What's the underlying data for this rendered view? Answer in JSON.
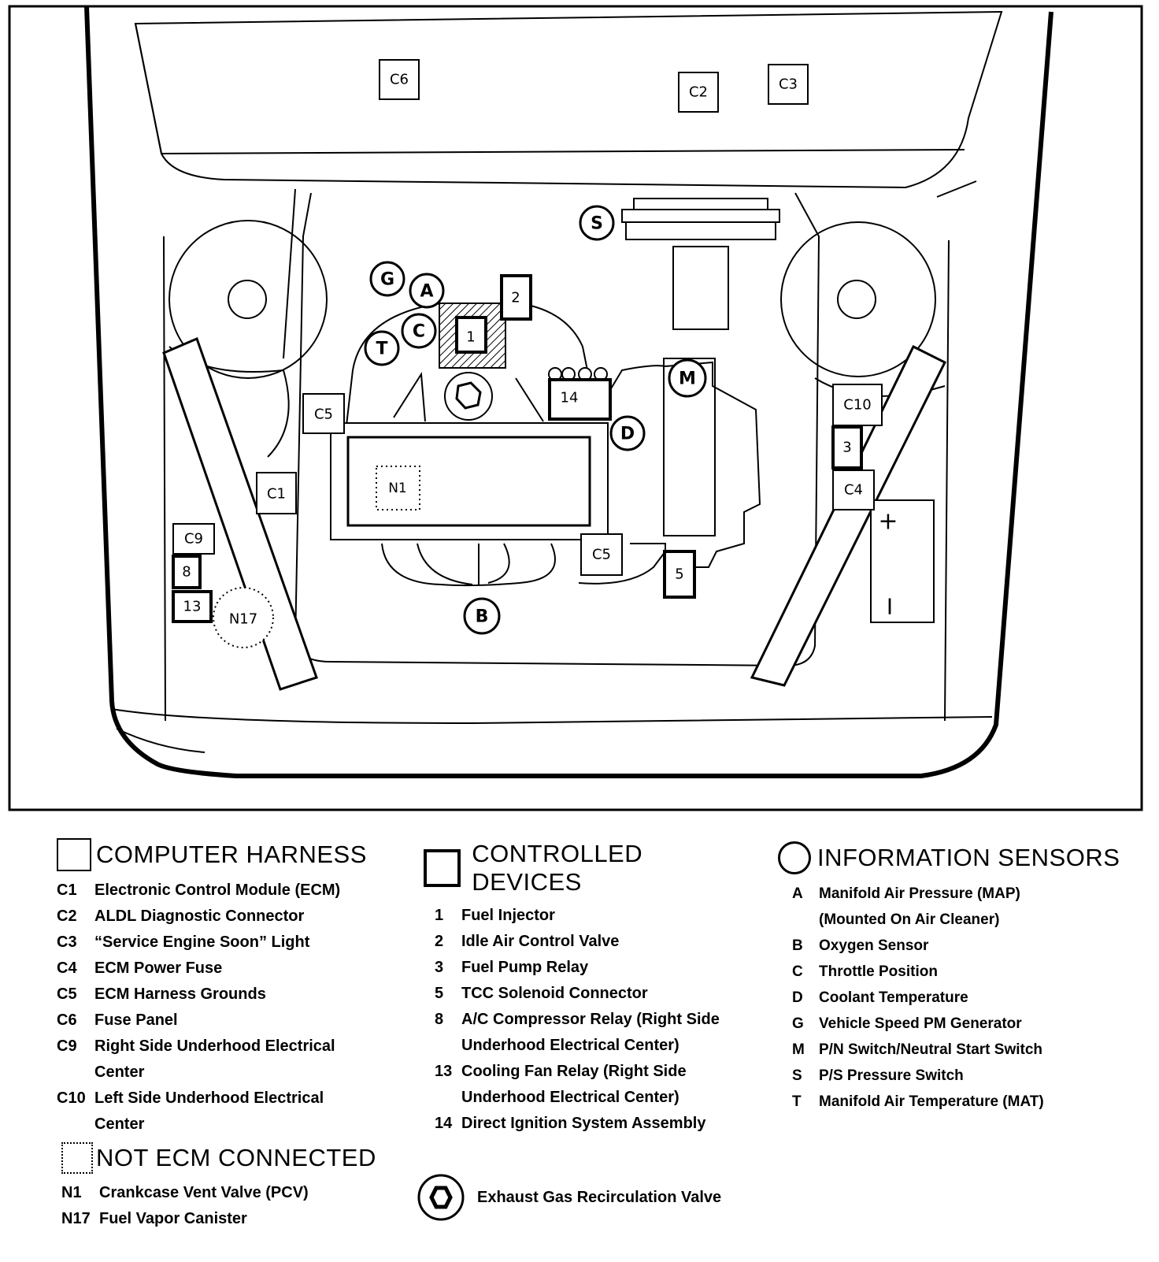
{
  "diagram": {
    "labels": {
      "c6_top": "C6",
      "c2": "C2",
      "c3": "C3",
      "s": "S",
      "g": "G",
      "a": "A",
      "c": "C",
      "t": "T",
      "n1": "N1",
      "n2": "2",
      "n14": "14",
      "m": "M",
      "d": "D",
      "c5_left": "C5",
      "c5_bottom": "C5",
      "c1": "C1",
      "c9": "C9",
      "n8": "8",
      "n13": "13",
      "n17": "N17",
      "b": "B",
      "n5": "5",
      "c10": "C10",
      "n3": "3",
      "c4": "C4",
      "plus": "+",
      "minus": "I",
      "fuel_inj": "1"
    }
  },
  "legend": {
    "computer_harness": {
      "title": "COMPUTER HARNESS",
      "items": [
        {
          "code": "C1",
          "label": "Electronic Control Module (ECM)"
        },
        {
          "code": "C2",
          "label": "ALDL Diagnostic Connector"
        },
        {
          "code": "C3",
          "label": "“Service Engine Soon” Light"
        },
        {
          "code": "C4",
          "label": "ECM Power Fuse"
        },
        {
          "code": "C5",
          "label": "ECM Harness Grounds"
        },
        {
          "code": "C6",
          "label": "Fuse Panel"
        },
        {
          "code": "C9",
          "label": "Right Side Underhood Electrical",
          "cont": "Center"
        },
        {
          "code": "C10",
          "label": "Left Side Underhood Electrical",
          "cont": "Center"
        }
      ]
    },
    "not_ecm": {
      "title": "NOT ECM CONNECTED",
      "items": [
        {
          "code": "N1",
          "label": "Crankcase Vent Valve (PCV)"
        },
        {
          "code": "N17",
          "label": "Fuel Vapor Canister"
        }
      ]
    },
    "controlled_devices": {
      "title": "CONTROLLED DEVICES",
      "items": [
        {
          "code": "1",
          "label": "Fuel Injector"
        },
        {
          "code": "2",
          "label": "Idle Air Control Valve"
        },
        {
          "code": "3",
          "label": "Fuel Pump Relay"
        },
        {
          "code": "5",
          "label": "TCC Solenoid Connector"
        },
        {
          "code": "8",
          "label": "A/C Compressor Relay (Right Side",
          "cont": "Underhood Electrical Center)"
        },
        {
          "code": "13",
          "label": "Cooling Fan Relay (Right Side",
          "cont": "Underhood Electrical Center)"
        },
        {
          "code": "14",
          "label": "Direct Ignition System Assembly"
        }
      ]
    },
    "information_sensors": {
      "title": "INFORMATION SENSORS",
      "items": [
        {
          "code": "A",
          "label": "Manifold Air Pressure (MAP)",
          "cont": "(Mounted On Air Cleaner)"
        },
        {
          "code": "B",
          "label": "Oxygen  Sensor"
        },
        {
          "code": "C",
          "label": "Throttle Position"
        },
        {
          "code": "D",
          "label": "Coolant Temperature"
        },
        {
          "code": "G",
          "label": "Vehicle Speed PM Generator"
        },
        {
          "code": "M",
          "label": "P/N Switch/Neutral Start Switch"
        },
        {
          "code": "S",
          "label": "P/S Pressure Switch"
        },
        {
          "code": "T",
          "label": "Manifold Air Temperature (MAT)"
        }
      ]
    },
    "egr": {
      "label": "Exhaust Gas Recirculation Valve"
    }
  }
}
